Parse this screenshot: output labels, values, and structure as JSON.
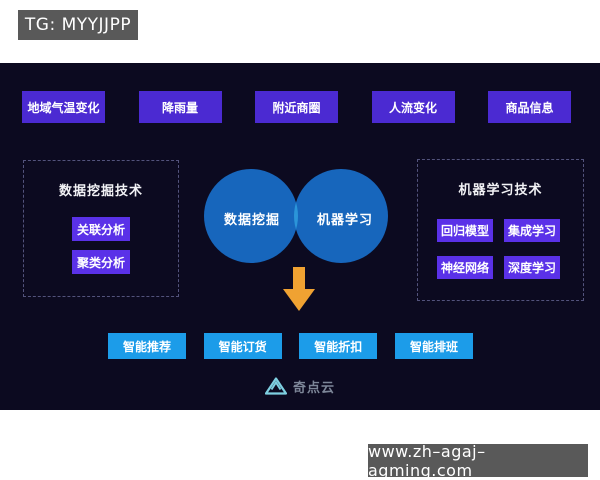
{
  "watermark_top": {
    "label": "TG: MYYJJPP"
  },
  "watermark_bottom": {
    "label": "www.zh–agaj–agming.com"
  },
  "diagram": {
    "input_factors": [
      "地域气温变化",
      "降雨量",
      "附近商圈",
      "人流变化",
      "商品信息"
    ],
    "data_mining_panel": {
      "title": "数据挖掘技术",
      "items": [
        "关联分析",
        "聚类分析"
      ]
    },
    "machine_learning_panel": {
      "title": "机器学习技术",
      "items": [
        "回归模型",
        "集成学习",
        "神经网络",
        "深度学习"
      ]
    },
    "venn": {
      "left_circle": "数据挖掘",
      "right_circle": "机器学习"
    },
    "outputs": [
      "智能推荐",
      "智能订货",
      "智能折扣",
      "智能排班"
    ],
    "brand": {
      "name": "奇点云"
    },
    "colors": {
      "panel_background": "#0c0a20",
      "factor_box": "#4b2ad2",
      "tech_box": "#5a31e8",
      "venn_circle": "#1766bc",
      "venn_overlap": "#2b95d9",
      "arrow": "#f0a232",
      "output_box": "#1c9ce9",
      "watermark_box": "#595959",
      "logo_icon": "#7ecfe0"
    }
  }
}
